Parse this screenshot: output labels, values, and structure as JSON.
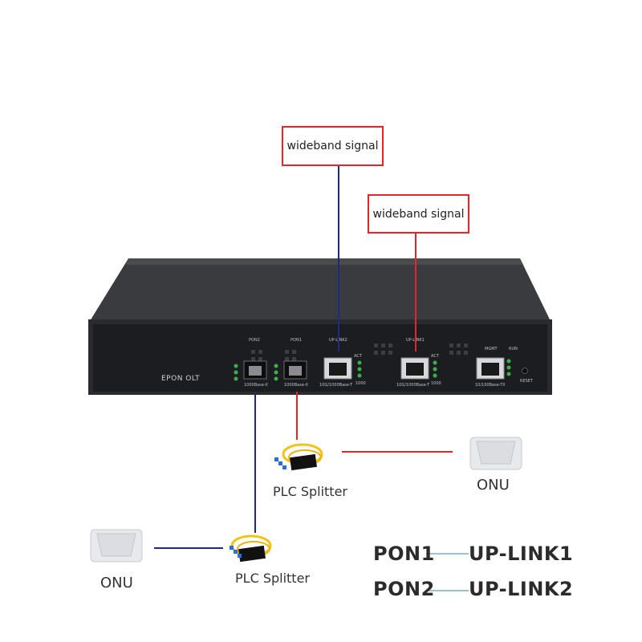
{
  "callouts": {
    "upper": "wideband signal",
    "lower": "wideband signal"
  },
  "device": {
    "brand": "EPON OLT",
    "labels": {
      "pon2": "PON2",
      "pon1": "PON1",
      "uplink2": "UP-LINK2",
      "uplink1": "UP-LINK1",
      "mgmt": "MGMT",
      "run": "RUN",
      "reset": "RESET",
      "act_a": "ACT",
      "act_b": "ACT",
      "speed_a": "1000",
      "speed_b": "1000",
      "sfp_a": "1000Base-X",
      "sfp_b": "1000Base-X",
      "port_a": "10G/1000Base-T",
      "port_b": "10G/1000Base-T",
      "port_mgmt": "10/100Base-TX"
    }
  },
  "splitters": {
    "right_caption": "PLC Splitter",
    "left_caption": "PLC Splitter"
  },
  "onus": {
    "right_caption": "ONU",
    "left_caption": "ONU"
  },
  "legend": {
    "row1_left": "PON1",
    "row1_right": "UP-LINK1",
    "row2_left": "PON2",
    "row2_right": "UP-LINK2"
  },
  "colors": {
    "red_line": "#e4262b",
    "navy_line": "#1f2a7a",
    "teal_line": "#3a8aa0",
    "chassis": "#3a3b3e",
    "panel": "#1c1d20"
  }
}
